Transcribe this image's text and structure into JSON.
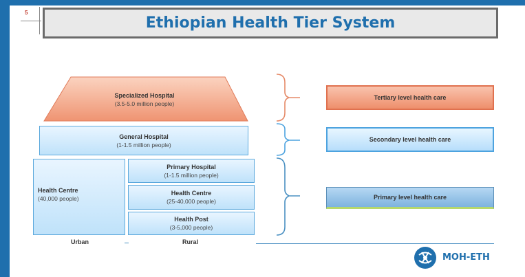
{
  "slide": {
    "number": "5",
    "title": "Ethiopian Health Tier System"
  },
  "colors": {
    "accent_blue": "#1f6fad",
    "tertiary_orange": "#ee8f6c",
    "light_blue": "#bfe2fa",
    "primary_blue": "#7eb3de"
  },
  "pyramid": {
    "specialized": {
      "name": "Specialized Hospital",
      "pop": "(3.5-5.0 million people)"
    },
    "general": {
      "name": "General Hospital",
      "pop": "(1-1.5 million people)"
    },
    "urban_health_centre": {
      "name": "Health Centre",
      "pop": "(40,000 people)"
    },
    "primary_hospital": {
      "name": "Primary Hospital",
      "pop": "(1-1.5 million people)"
    },
    "rural_health_centre": {
      "name": "Health Centre",
      "pop": "(25-40,000 people)"
    },
    "health_post": {
      "name": "Health Post",
      "pop": "(3-5,000 people)"
    }
  },
  "care_levels": {
    "tertiary": "Tertiary level health care",
    "secondary": "Secondary level health care",
    "primary": "Primary level health care"
  },
  "labels": {
    "urban": "Urban",
    "rural": "Rural"
  },
  "logo": {
    "text": "MOH-ETH",
    "icon": "moh-emblem-icon"
  }
}
